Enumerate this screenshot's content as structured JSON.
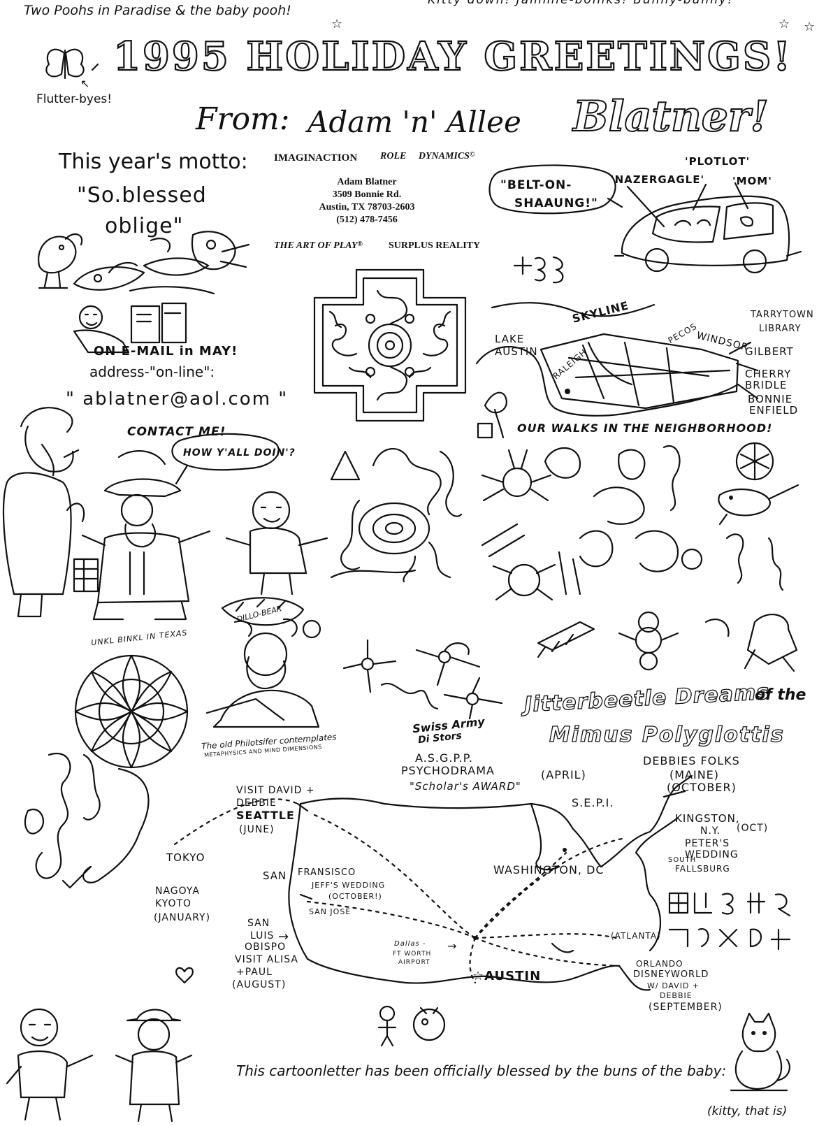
{
  "top_note": "Two Poohs in Paradise & the baby pooh!",
  "top_right_cut": "Kitty down!  Jammie-boinks!  Bunny-bunny!",
  "title": "1995 HOLIDAY GREETINGS!",
  "from_prefix": "From:",
  "from_names": "Adam 'n' Allee",
  "from_surname": "Blatner!",
  "flutter": "Flutter-byes!",
  "motto_heading": "This year's motto:",
  "motto_line1": "\"So.blessed",
  "motto_line2": "oblige\"",
  "letterhead": {
    "brand1": "IMAGINACTION",
    "brand2": "ROLE DYNAMICS",
    "copyright": "©",
    "name": "Adam Blatner",
    "street": "3509 Bonnie Rd.",
    "city": "Austin, TX 78703-2603",
    "phone": "(512) 478-7456",
    "tag1": "THE ART OF PLAY",
    "reg": "®",
    "tag2": "SURPLUS REALITY"
  },
  "car_bubble_1": "\"BELT-ON-",
  "car_bubble_2": "SHAAUNG!\"",
  "car_labels": {
    "nazergagle": "'NAZERGAGLE'",
    "plotlot": "'PLOTLOT'",
    "mom": "'MOM'"
  },
  "email": {
    "line1": "ON E-MAIL in MAY!",
    "line2": "address-\"on-line\":",
    "line3": "\" ablatner@aol.com \"",
    "line4": "CONTACT ME!"
  },
  "neighborhood": {
    "skyline": "SKYLINE",
    "lake1": "LAKE",
    "lake2": "AUSTIN",
    "pecos": "PECOS",
    "windsor": "WINDSOR",
    "raleigh": "RALEIGH",
    "tarry1": "TARRYTOWN",
    "tarry2": "LIBRARY",
    "gilbert": "GILBERT",
    "cherry1": "CHERRY",
    "cherry2": "BRIDLE",
    "bonnie1": "BONNIE",
    "bonnie2": "ENFIELD",
    "caption": "OUR WALKS IN THE NEIGHBORHOOD!"
  },
  "howdy": "HOW Y'ALL DOIN'?",
  "unkl": "UNKL BINKL IN TEXAS",
  "dillo": "DILLO-BEAR",
  "philo_1": "The old Philotsifer contemplates",
  "philo_2": "METAPHYSICS AND MIND DIMENSIONS",
  "swiss_1": "Swiss Army",
  "swiss_2": "Di Stors",
  "jitter_1": "Jitterbeetle Dreams",
  "jitter_of": "of the",
  "jitter_2": "Mimus Polyglottis",
  "map": {
    "asgpp_1": "A.S.G.P.P.",
    "asgpp_2": "PSYCHODRAMA",
    "asgpp_3": "\"Scholar's AWARD\"",
    "april": "(APRIL)",
    "sepi": "S.E.P.I.",
    "debbie_1": "DEBBIES FOLKS",
    "debbie_2": "(MAINE)",
    "debbie_3": "(OCTOBER)",
    "visit_1": "VISIT DAVID +",
    "visit_2": "DEBBIE",
    "visit_3": "SEATTLE",
    "visit_4": "(JUNE)",
    "kingston_1": "KINGSTON,",
    "kingston_2": "N.Y.",
    "oct": "(OCT)",
    "peter_1": "PETER'S",
    "peter_2": "WEDDING",
    "south_1": "SOUTH",
    "south_2": "FALLSBURG",
    "tokyo": "TOKYO",
    "nagoya_1": "NAGOYA",
    "nagoya_2": "KYOTO",
    "nagoya_3": "(JANUARY)",
    "sanfran_1": "SAN",
    "sanfran_2": "FRANSISCO",
    "jeff_1": "JEFF'S WEDDING",
    "jeff_2": "(OCTOBER!)",
    "sanjose": "SAN JOSE",
    "washington": "WASHINGTON, DC",
    "slo_1": "SAN",
    "slo_2": "LUIS",
    "slo_3": "OBISPO",
    "slo_4": "VISIT ALISA",
    "slo_5": "+PAUL",
    "slo_6": "(AUGUST)",
    "dallas_1": "Dallas -",
    "dallas_2": "FT WORTH",
    "dallas_3": "AIRPORT",
    "atlanta": "(ATLANTA)",
    "austin": "AUSTIN",
    "orlando_1": "ORLANDO",
    "orlando_2": "DISNEYWORLD",
    "orlando_3": "W/ DAVID +",
    "orlando_4": "DEBBIE",
    "orlando_5": "(SEPTEMBER)"
  },
  "footer_1": "This cartoonletter has been officially blessed by the buns of the baby:",
  "footer_2": "(kitty, that is)",
  "icons": [
    "butterfly-icon",
    "car-icon",
    "santa-icon",
    "mandala-icon",
    "maze-icon",
    "bird-icon",
    "spider-icon",
    "cat-icon",
    "star-icon"
  ]
}
